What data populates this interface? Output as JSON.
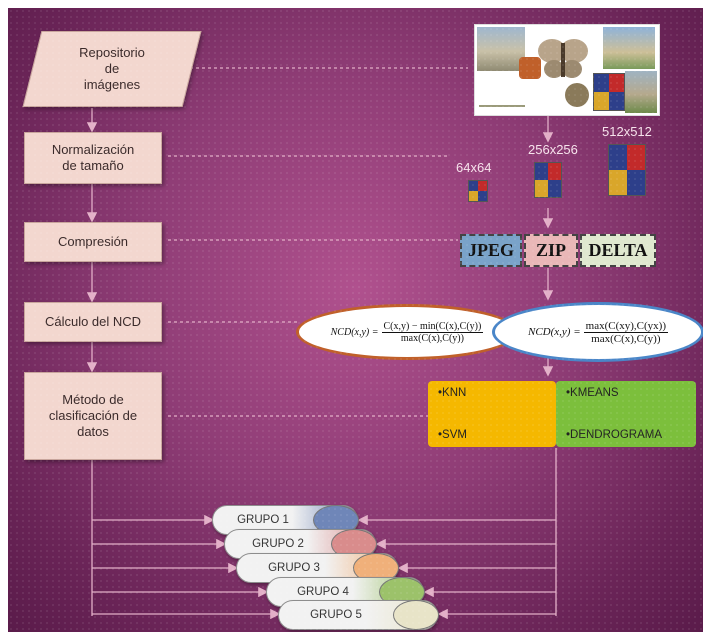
{
  "left_steps": {
    "repository": [
      "Repositorio",
      "de",
      "imágenes"
    ],
    "normalization": [
      "Normalización",
      "de tamaño"
    ],
    "compression": "Compresión",
    "ncd": "Cálculo del NCD",
    "classification": [
      "Método de",
      "clasificación de",
      "datos"
    ]
  },
  "sizes": {
    "small": "64x64",
    "medium": "256x256",
    "large": "512x512"
  },
  "compressors": [
    {
      "label": "JPEG",
      "color": "#7aa3c9"
    },
    {
      "label": "ZIP",
      "color": "#e9b7b7"
    },
    {
      "label": "DELTA",
      "color": "#dfe8cf"
    }
  ],
  "formulas": {
    "f1_lhs": "NCD(x,y) =",
    "f1_num": "C(x,y) − min(C(x),C(y))",
    "f1_den": "max(C(x),C(y))",
    "f2_lhs": "NCD(x,y) =",
    "f2_num": "max(C(xy),C(yx))",
    "f2_den": "max(C(x),C(y))"
  },
  "methods": {
    "supervised": [
      "•KNN",
      "•SVM"
    ],
    "unsupervised": [
      "•KMEANS",
      "•DENDROGRAMA"
    ],
    "colors": {
      "supervised": "#f5b800",
      "unsupervised": "#7cbf3c"
    }
  },
  "groups": [
    {
      "label": "GRUPO 1",
      "color": "#6f86b8"
    },
    {
      "label": "GRUPO 2",
      "color": "#d98c8c"
    },
    {
      "label": "GRUPO 3",
      "color": "#f0b07a"
    },
    {
      "label": "GRUPO 4",
      "color": "#9cc26a"
    },
    {
      "label": "GRUPO 5",
      "color": "#e8e4c8"
    }
  ],
  "colors": {
    "box_fill": "#f3d7cf",
    "background": "#8e3c75",
    "connector": "#e3b0c8"
  }
}
